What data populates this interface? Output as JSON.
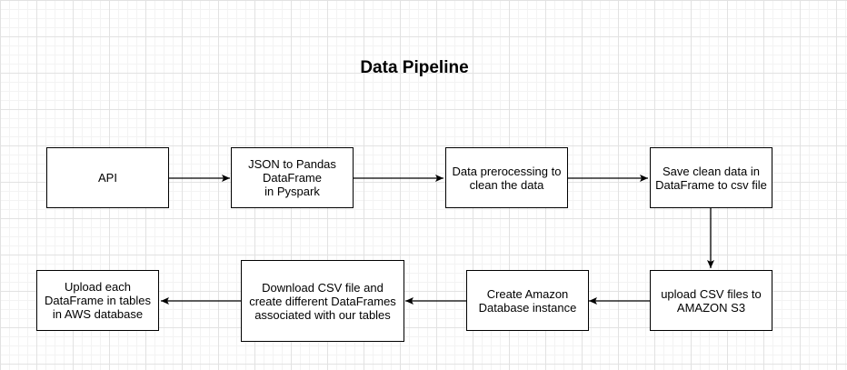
{
  "diagram": {
    "title": "Data Pipeline",
    "nodes": {
      "api": "API",
      "json_to_pandas": "JSON to Pandas\nDataFrame\nin Pyspark",
      "preprocessing": "Data prerocessing to\nclean the data",
      "save_csv": "Save clean data in\nDataFrame to csv file",
      "upload_s3": "upload CSV files to\nAMAZON S3",
      "create_db": "Create Amazon\nDatabase instance",
      "download_csv": "Download CSV file and\ncreate different DataFrames\nassociated with our tables",
      "upload_tables": "Upload each\nDataFrame in tables\nin AWS database"
    },
    "edges": [
      {
        "from": "api",
        "to": "json_to_pandas"
      },
      {
        "from": "json_to_pandas",
        "to": "preprocessing"
      },
      {
        "from": "preprocessing",
        "to": "save_csv"
      },
      {
        "from": "save_csv",
        "to": "upload_s3"
      },
      {
        "from": "upload_s3",
        "to": "create_db"
      },
      {
        "from": "create_db",
        "to": "download_csv"
      },
      {
        "from": "download_csv",
        "to": "upload_tables"
      }
    ],
    "colors": {
      "stroke": "#000000",
      "node_fill": "#ffffff",
      "grid": "#e2e2e2"
    }
  }
}
